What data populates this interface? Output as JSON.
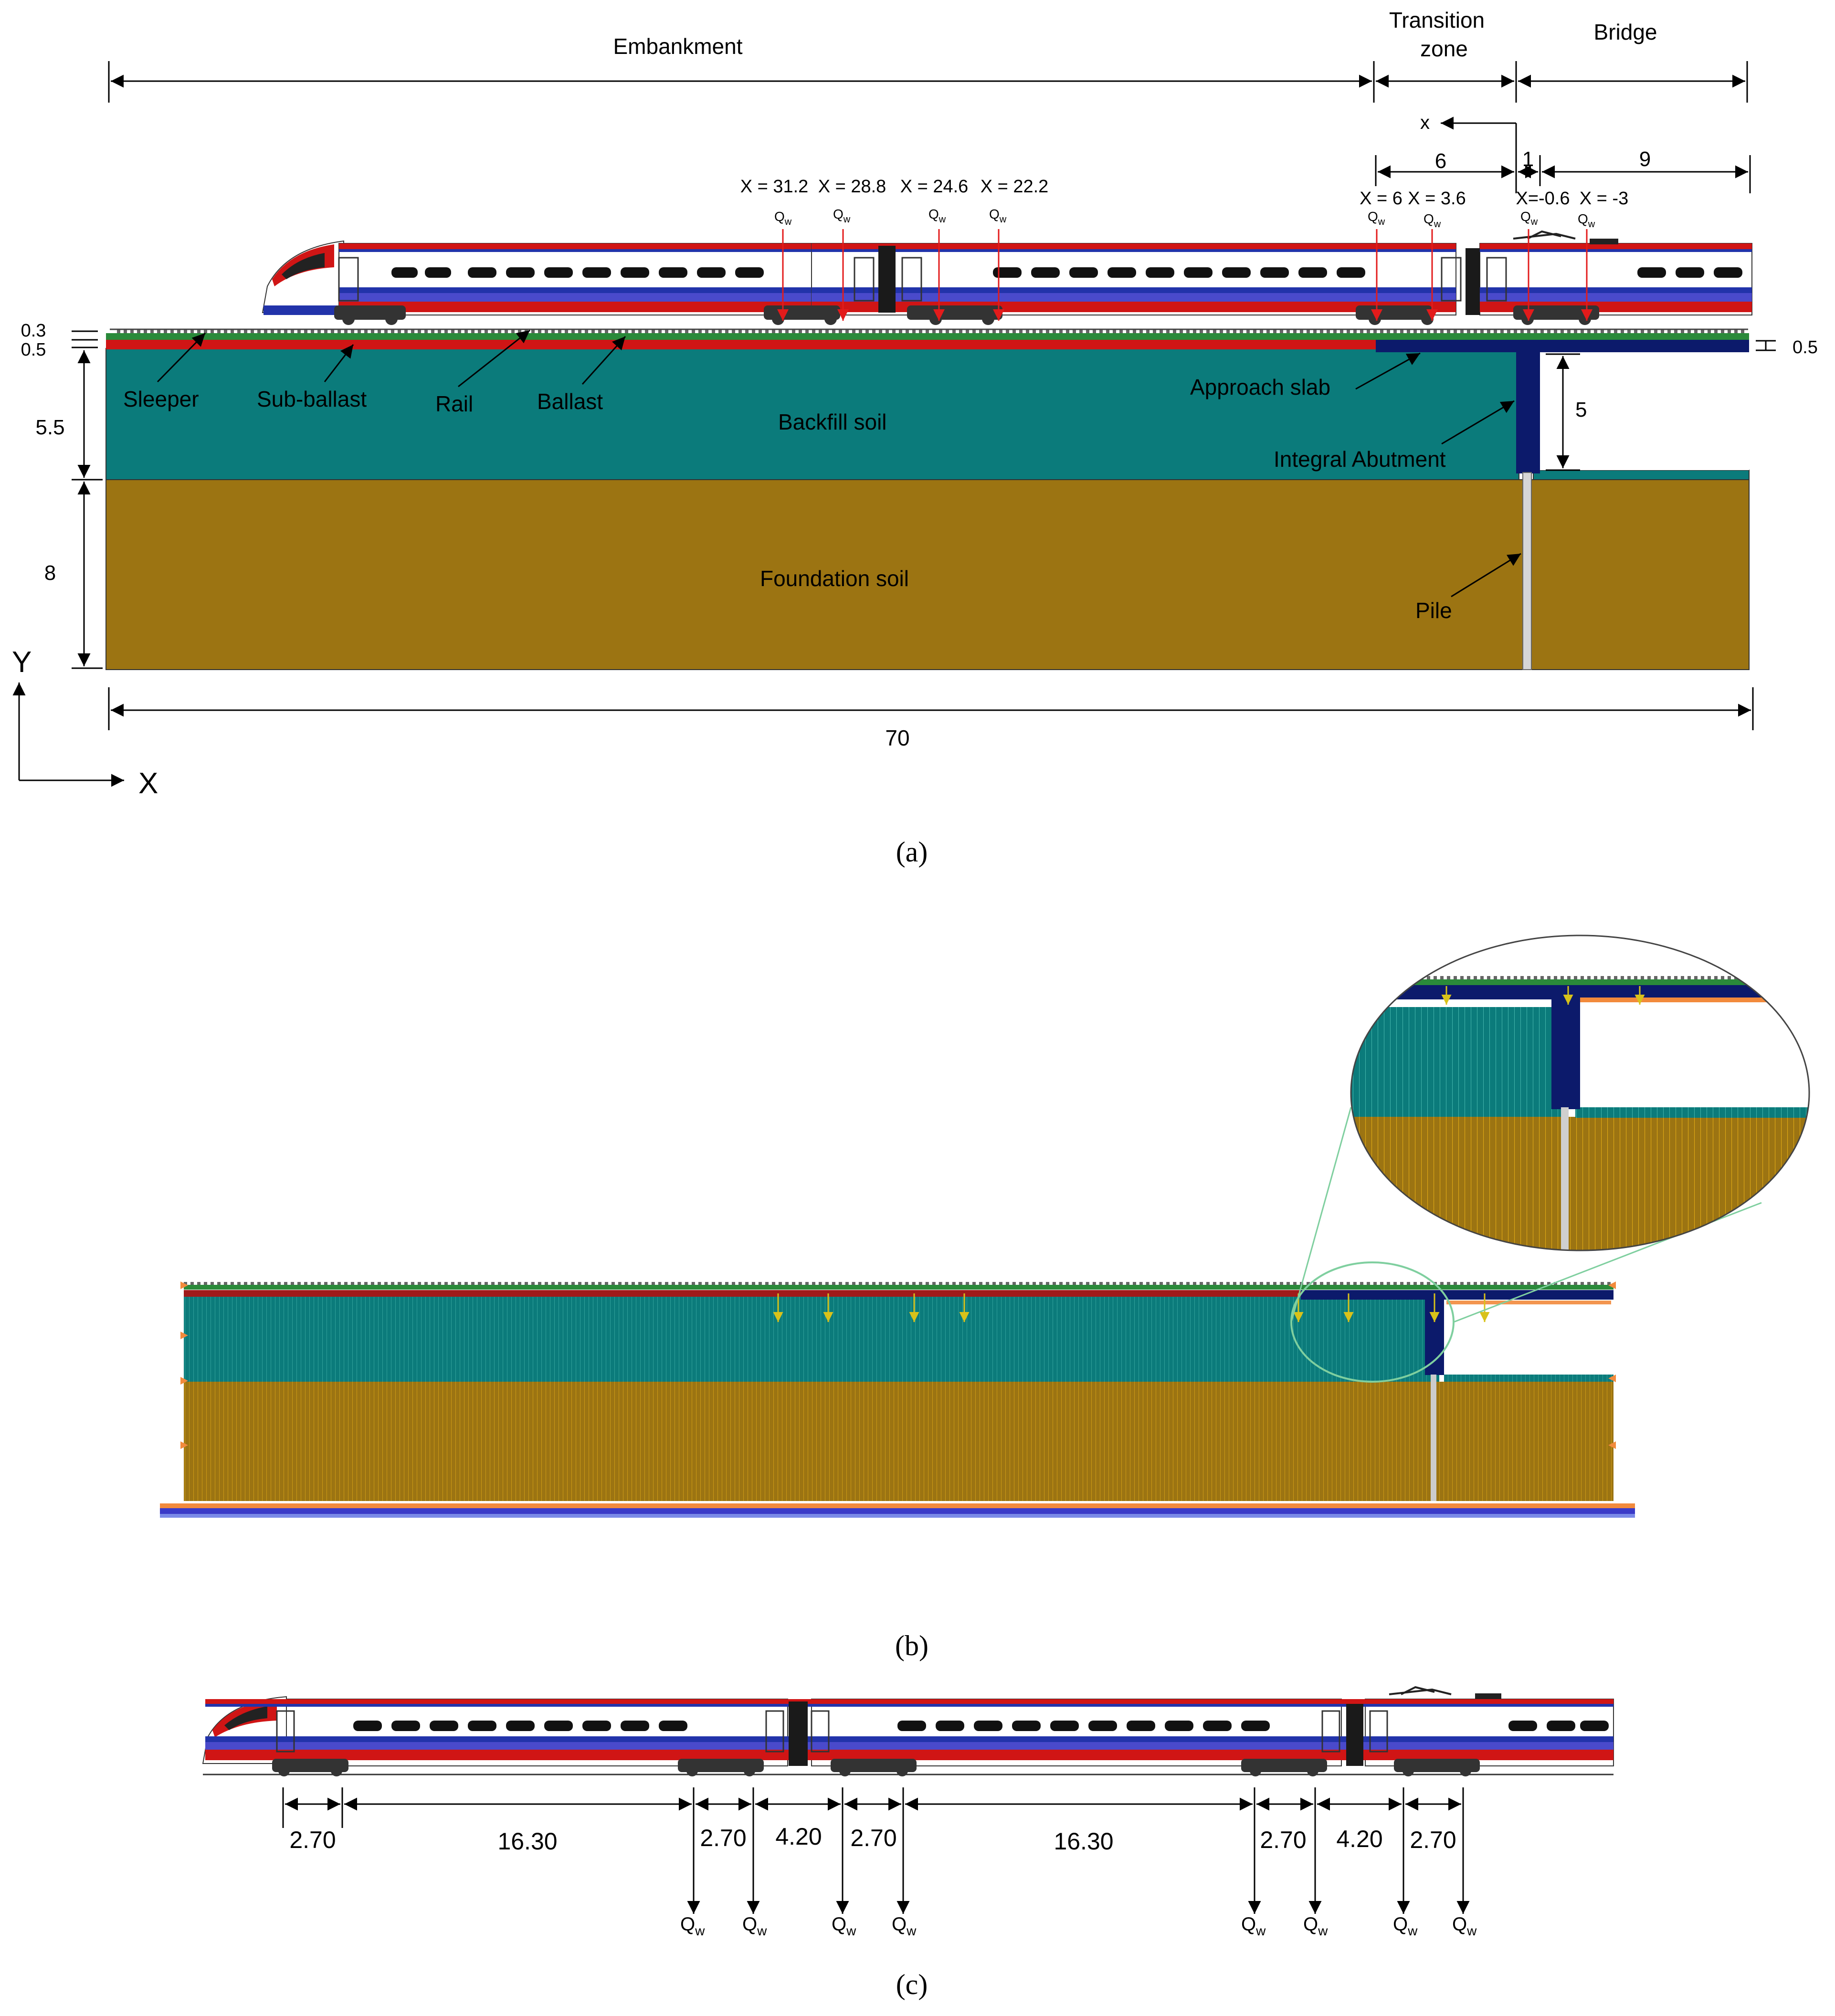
{
  "zones": {
    "embankment": "Embankment",
    "transition_1": "Transition",
    "transition_2": "zone",
    "bridge": "Bridge"
  },
  "axes": {
    "x_small": "x",
    "X": "X",
    "Y": "Y"
  },
  "dims": {
    "d6": "6",
    "d1": "1",
    "d9": "9",
    "layer_03": "0.3",
    "layer_05": "0.5",
    "layer_55": "5.5",
    "layer_8": "8",
    "slab_05": "0.5",
    "abut_5": "5",
    "total_70": "70"
  },
  "load_labels": [
    "X = 31.2",
    "X = 28.8",
    "X = 24.6",
    "X = 22.2",
    "X = 6",
    "X = 3.6",
    "X=-0.6",
    "X = -3"
  ],
  "load_symbol": {
    "main": "Q",
    "sub": "w"
  },
  "materials": {
    "sleeper": "Sleeper",
    "sub_ballast": "Sub-ballast",
    "rail": "Rail",
    "ballast": "Ballast",
    "backfill": "Backfill soil",
    "foundation": "Foundation  soil",
    "approach_slab": "Approach slab",
    "abutment": "Integral Abutment",
    "pile": "Pile"
  },
  "spacing": [
    "2.70",
    "16.30",
    "2.70",
    "4.20",
    "2.70",
    "16.30",
    "2.70",
    "4.20",
    "2.70"
  ],
  "captions": {
    "a": "(a)",
    "b": "(b)",
    "c": "(c)"
  },
  "colors": {
    "backfill": "#0b7b7b",
    "foundation": "#9c7412",
    "approach": "#0c1a6b",
    "sub_ballast": "#d01515",
    "ballast": "#2a8a3a",
    "load_arrow": "#e31b1b",
    "mesh_arrow": "#d8c21a",
    "support": "#f28a3c",
    "outline": "#7fcf9f"
  }
}
